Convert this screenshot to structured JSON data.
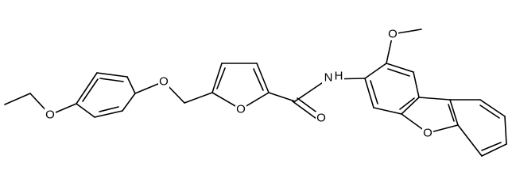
{
  "atom_labels": {
    "O_ether_ethoxy": "O",
    "O_ether_phenoxy": "O",
    "O_furan": "O",
    "O_carbonyl": "O",
    "N_amide": "N",
    "H_amide": "H",
    "O_methoxy": "O",
    "O_dibenzofuran": "O"
  }
}
